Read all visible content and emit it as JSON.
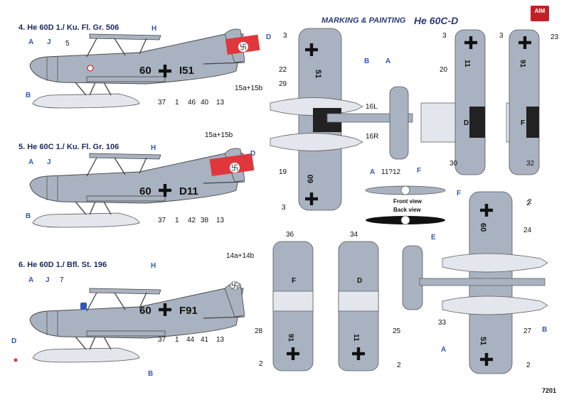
{
  "header": {
    "section_title": "MARKING & PAINTING",
    "model_title": "He 60C-D",
    "logo_text": "AIM",
    "sheet_number": "7201"
  },
  "schemes": [
    {
      "title": "4. He 60D 1./ Ku. Fl. Gr. 506",
      "code_left": "60",
      "code_right": "I51",
      "callouts": {
        "A": "A",
        "J": "J",
        "H": "H",
        "D": "D",
        "B": "B",
        "n5": "5",
        "n37": "37",
        "n1": "1",
        "n46": "46",
        "n40": "40",
        "n13": "13",
        "n15ab": "15a+15b"
      }
    },
    {
      "title": "5. He 60C 1./ Ku. Fl. Gr. 106",
      "code_left": "60",
      "code_right": "D11",
      "callouts": {
        "A": "A",
        "J": "J",
        "H": "H",
        "D": "D",
        "B": "B",
        "n15ab": "15a+15b",
        "n37": "37",
        "n1": "1",
        "n42": "42",
        "n38": "38",
        "n13": "13"
      }
    },
    {
      "title": "6. He 60D 1./ Bfl. St. 196",
      "code_left": "60",
      "code_right": "F91",
      "callouts": {
        "A": "A",
        "J": "J",
        "H": "H",
        "D": "D",
        "B": "B",
        "n7": "7",
        "n14ab": "14a+14b",
        "n37": "37",
        "n1": "1",
        "n44": "44",
        "n41": "41",
        "n13": "13"
      }
    }
  ],
  "views": {
    "front_view_label": "Front view",
    "back_view_label": "Back view",
    "prop_callouts": {
      "A": "A",
      "n11": "11?12",
      "F": "F",
      "E": "E"
    }
  },
  "top_plan_labels": [
    "3",
    "22",
    "29",
    "19",
    "3",
    "B",
    "A",
    "16L",
    "16R",
    "30",
    "32",
    "3",
    "20",
    "3",
    "23",
    "2"
  ],
  "bottom_plan_labels": [
    "36",
    "28",
    "2",
    "34",
    "25",
    "2",
    "24",
    "33",
    "A",
    "27",
    "B",
    "2",
    "2"
  ],
  "colors": {
    "rlm_grey": "#a9b2c0",
    "red_band": "#e0373c",
    "float_white": "#e3e6ec",
    "callout_blue": "#2f56b8"
  }
}
